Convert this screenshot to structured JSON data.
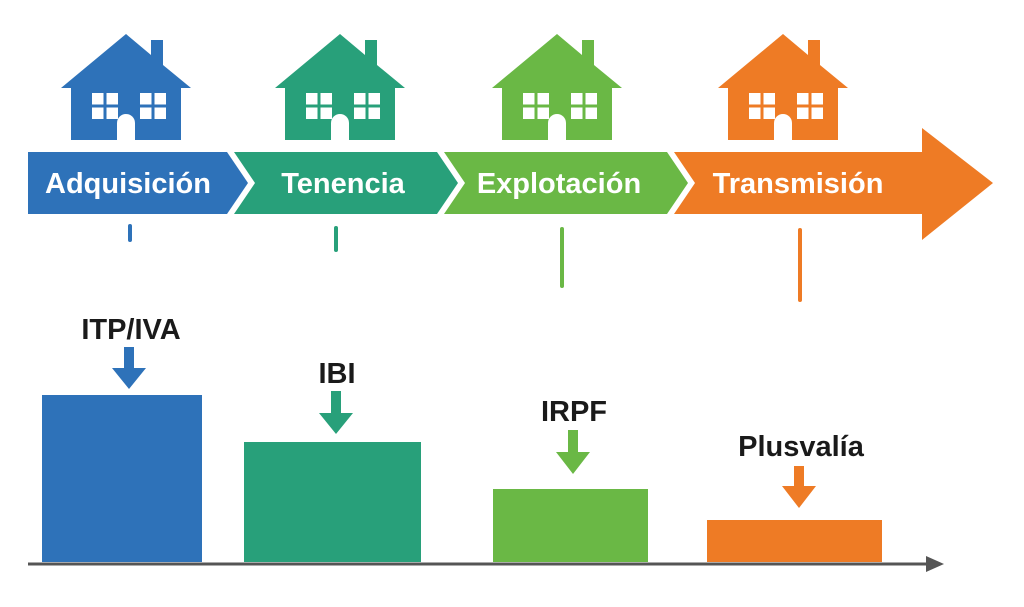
{
  "stages": [
    {
      "label": "Adquisición",
      "color": "#2e72b9",
      "icon": "house-icon"
    },
    {
      "label": "Tenencia",
      "color": "#28a07a",
      "icon": "house-icon"
    },
    {
      "label": "Explotación",
      "color": "#6ab845",
      "icon": "house-icon"
    },
    {
      "label": "Transmisión",
      "color": "#ee7b25",
      "icon": "house-icon"
    }
  ],
  "taxes": [
    {
      "label": "ITP/IVA",
      "color": "#2e72b9",
      "icon": "arrow-down-icon"
    },
    {
      "label": "IBI",
      "color": "#28a07a",
      "icon": "arrow-down-icon"
    },
    {
      "label": "IRPF",
      "color": "#6ab845",
      "icon": "arrow-down-icon"
    },
    {
      "label": "Plusvalía",
      "color": "#ee7b25",
      "icon": "arrow-down-icon"
    }
  ],
  "axis_color": "#555555"
}
